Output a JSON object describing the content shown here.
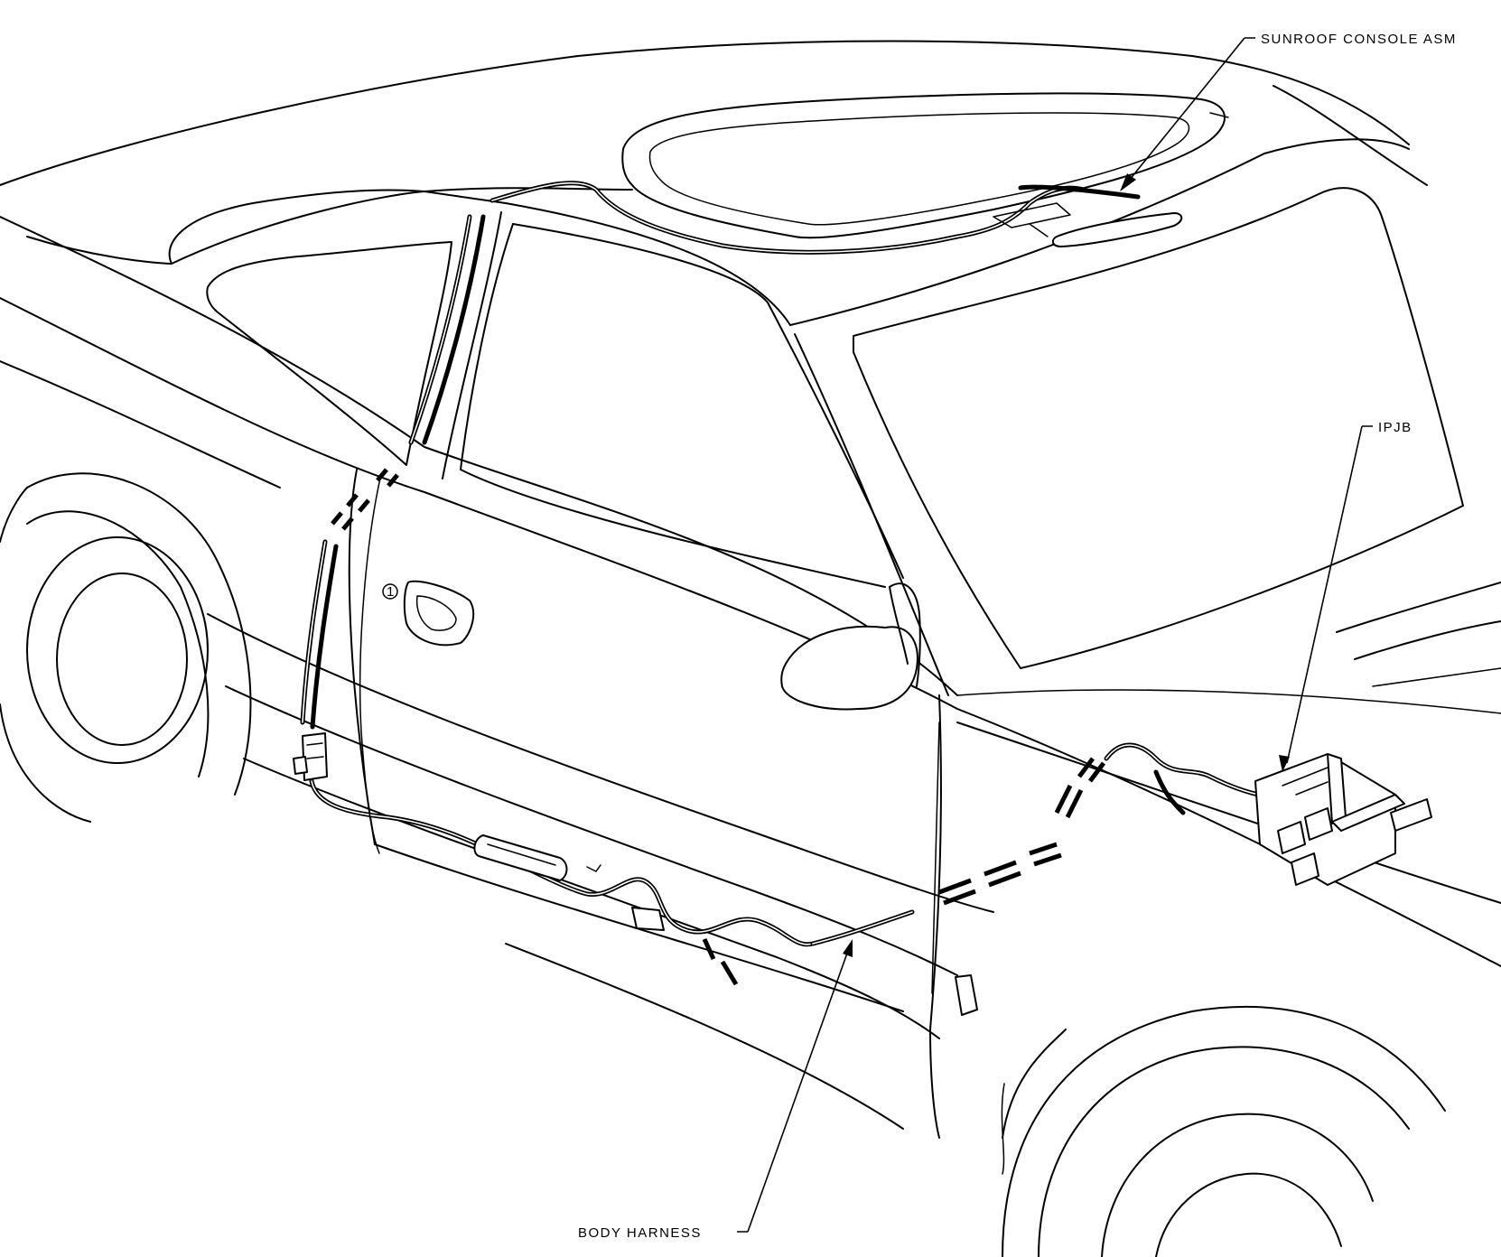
{
  "labels": {
    "sunroof_console": "SUNROOF CONSOLE ASM",
    "ipjb": "IPJB",
    "body_harness": "BODY HARNESS",
    "connector_ref": "1"
  }
}
